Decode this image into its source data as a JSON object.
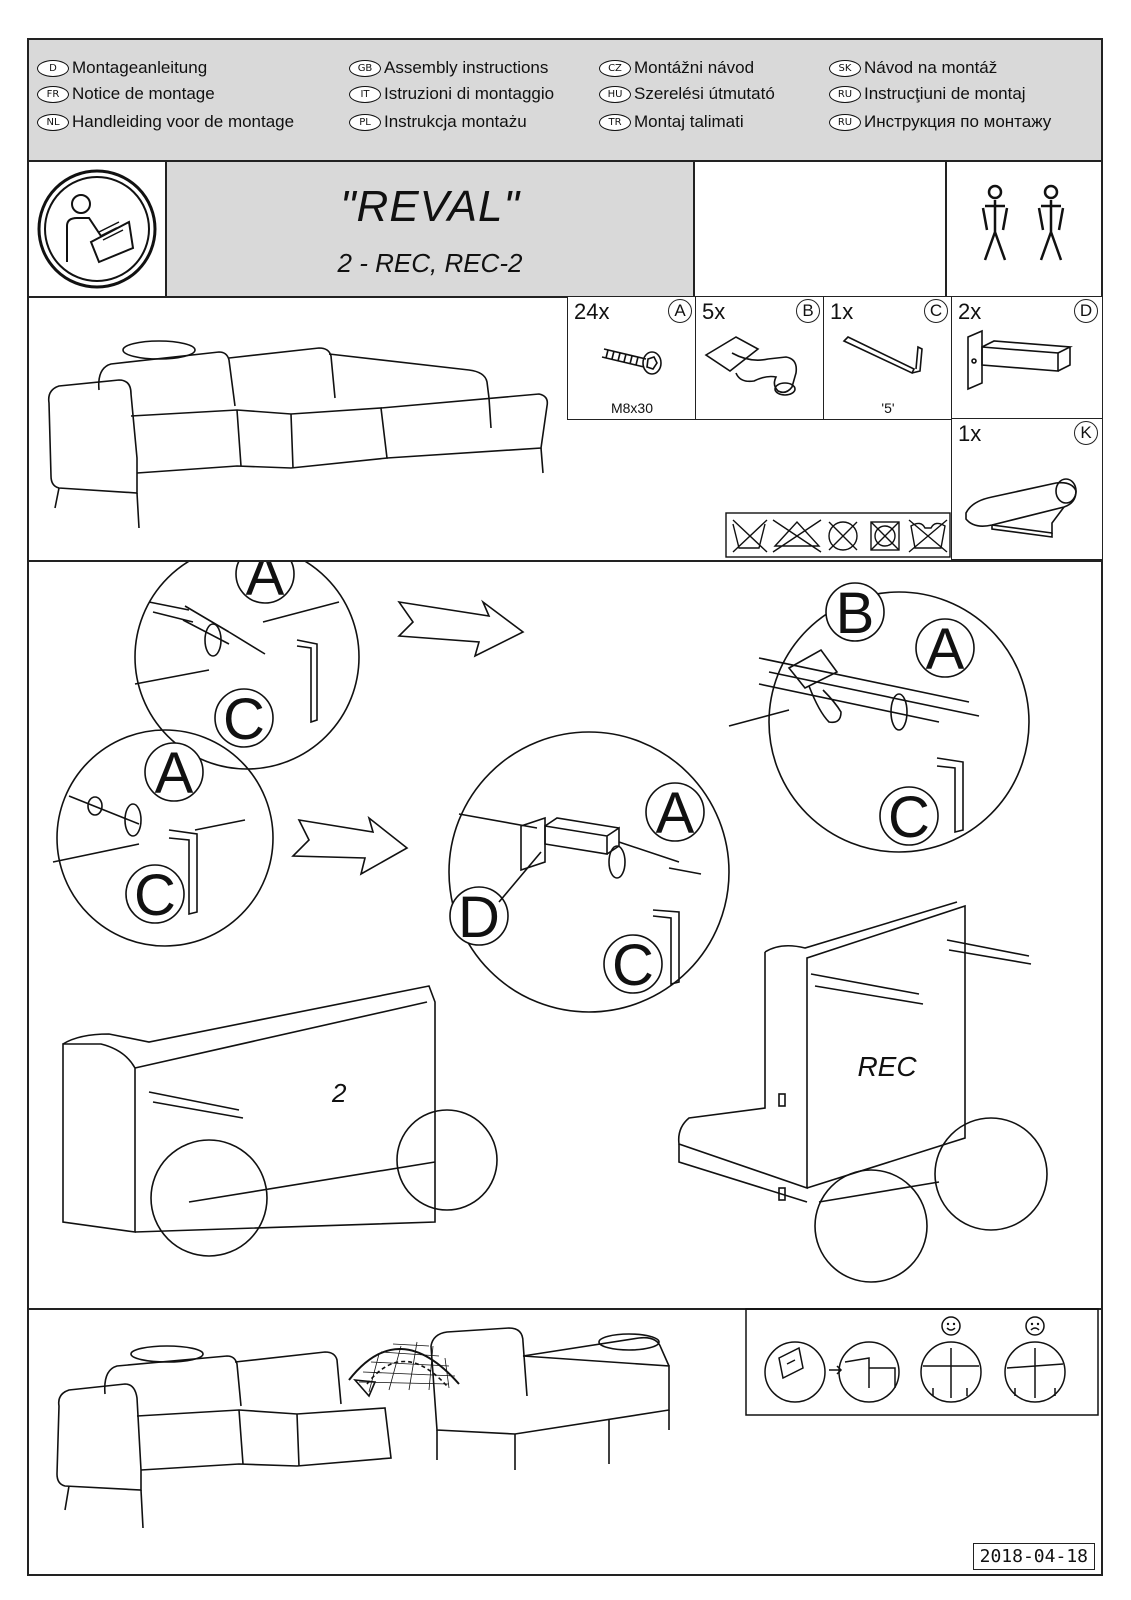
{
  "languages": [
    {
      "code": "D",
      "label": "Montageanleitung"
    },
    {
      "code": "FR",
      "label": "Notice de montage"
    },
    {
      "code": "NL",
      "label": "Handleiding voor de montage"
    },
    {
      "code": "GB",
      "label": "Assembly instructions"
    },
    {
      "code": "IT",
      "label": "Istruzioni di montaggio"
    },
    {
      "code": "PL",
      "label": "Instrukcja montażu"
    },
    {
      "code": "CZ",
      "label": "Montážni návod"
    },
    {
      "code": "HU",
      "label": "Szerelési útmutató"
    },
    {
      "code": "TR",
      "label": "Montaj talimati"
    },
    {
      "code": "SK",
      "label": "Návod na montáž"
    },
    {
      "code": "RU",
      "label": "Instrucţiuni de montaj"
    },
    {
      "code": "RU",
      "label": "Инструкция по монтажу"
    }
  ],
  "header": {
    "title": "\"REVAL\"",
    "subtitle": "2 - REC,   REC-2"
  },
  "parts": [
    {
      "count": "24x",
      "letter": "A",
      "label": "M8x30",
      "icon": "bolt-icon"
    },
    {
      "count": "5x",
      "letter": "B",
      "label": "",
      "icon": "bracket-icon"
    },
    {
      "count": "1x",
      "letter": "C",
      "label": "'5'",
      "icon": "hex-key-icon"
    },
    {
      "count": "2x",
      "letter": "D",
      "label": "",
      "icon": "connector-tube-icon"
    },
    {
      "count": "1x",
      "letter": "K",
      "label": "",
      "icon": "foot-icon"
    }
  ],
  "steps": {
    "callout_letters": [
      "A",
      "C",
      "A",
      "C",
      "B",
      "A",
      "C",
      "D",
      "A",
      "C"
    ],
    "module_left_label": "2",
    "module_right_label": "REC"
  },
  "date": "2018-04-18"
}
